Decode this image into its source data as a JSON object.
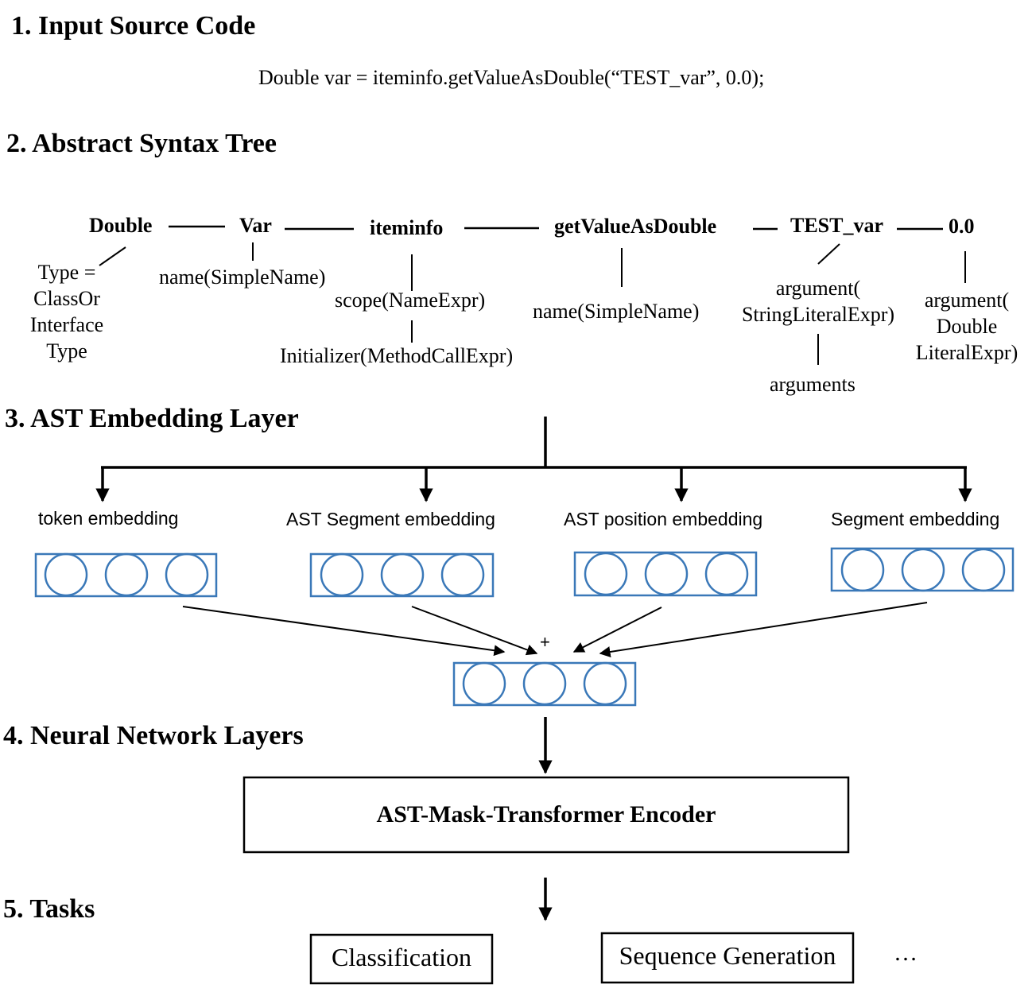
{
  "sections": [
    {
      "title": "1. Input Source Code"
    },
    {
      "title": "2. Abstract Syntax Tree"
    },
    {
      "title": "3. AST Embedding Layer"
    },
    {
      "title": "4. Neural Network Layers"
    },
    {
      "title": "5. Tasks"
    }
  ],
  "source_code": "Double var = iteminfo.getValueAsDouble(“TEST_var”, 0.0);",
  "ast": {
    "nodes": [
      "Double",
      "Var",
      "iteminfo",
      "getValueAsDouble",
      "TEST_var",
      "0.0"
    ],
    "labels": {
      "type": "Type =\nClassOr\nInterface\nType",
      "var_name": "name(SimpleName)",
      "scope": "scope(NameExpr)",
      "initializer": "Initializer(MethodCallExpr)",
      "method_name": "name(SimpleName)",
      "string_arg": "argument(\nStringLiteralExpr)",
      "arguments": "arguments",
      "double_arg": "argument(\nDouble\nLiteralExpr)"
    }
  },
  "embeddings": [
    "token embedding",
    "AST Segment embedding",
    "AST position embedding",
    "Segment embedding"
  ],
  "plus_sign": "+",
  "encoder_label": "AST-Mask-Transformer Encoder",
  "tasks": [
    "Classification",
    "Sequence Generation"
  ],
  "tasks_more": "…",
  "colors": {
    "vector_blue": "#3a78b8",
    "line": "#000000"
  }
}
